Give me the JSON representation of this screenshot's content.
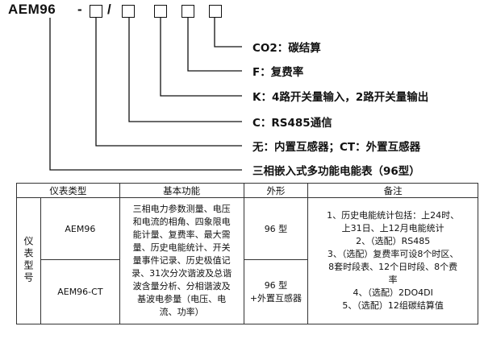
{
  "header": {
    "model": "AEM96",
    "dash": "-",
    "slash": "/"
  },
  "labels": {
    "co2": "CO2：碳结算",
    "f": "F：复费率",
    "k": "K：4路开关量输入，2路开关量输出",
    "c": "C：RS485通信",
    "ct": "无：内置互感器；CT：外置互感器",
    "title": "三相嵌入式多功能电能表（96型）"
  },
  "table": {
    "headers": [
      "仪表类型",
      "基本功能",
      "外形",
      "备注"
    ],
    "row_label": "仪表型号",
    "models": [
      "AEM96",
      "AEM96-CT"
    ],
    "function_lines": [
      "三相电力参数测量、电压",
      "和电流的相角、四象限电",
      "能计量、复费率、最大需",
      "量、历史电能统计、开关",
      "量事件记录、历史极值记",
      "录、31次分次谐波及总谐",
      "波含量分析、分相谐波及",
      "基波电参量（电压、电",
      "流、功率）"
    ],
    "shapes": [
      "96 型",
      "96 型",
      "+外置互感器"
    ],
    "note_lines": [
      "1、历史电能统计包括：上24时、",
      "上31日、上12月电能统计",
      "2、（选配）RS485",
      "3、（选配）复费率可设8个时区、",
      "8套时段表、12个日时段、8个费",
      "率",
      "4、（选配）2DO4DI",
      "5、（选配）12组碳结算值"
    ]
  }
}
